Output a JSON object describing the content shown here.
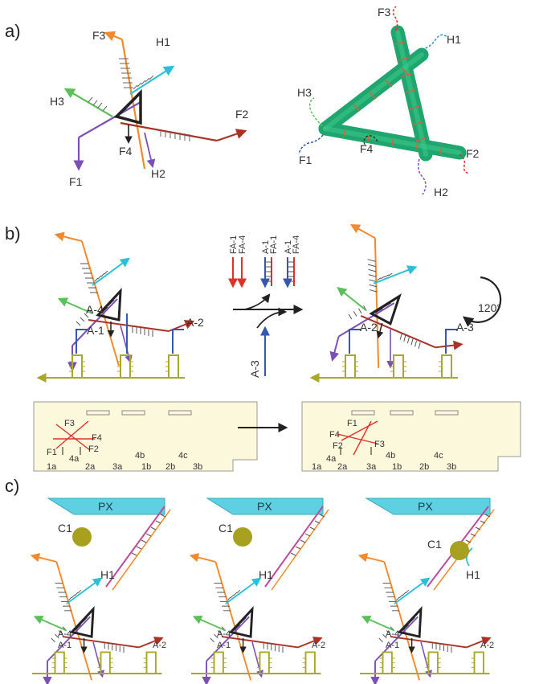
{
  "panels": {
    "a": "a)",
    "b": "b)",
    "c": "c)"
  },
  "panel_a": {
    "left_labels": {
      "F1": "F1",
      "F2": "F2",
      "F3": "F3",
      "F4": "F4",
      "H1": "H1",
      "H2": "H2",
      "H3": "H3"
    },
    "right_labels": {
      "F1": "F1",
      "F2": "F2",
      "F3": "F3",
      "F4": "F4",
      "H1": "H1",
      "H2": "H2",
      "H3": "H3"
    }
  },
  "panel_b": {
    "left_labels": {
      "A4": "A-4",
      "A1": "A-1",
      "A2": "A-2"
    },
    "right_labels": {
      "A2": "A-2",
      "A3": "A-3"
    },
    "strands": [
      "FA-1",
      "FA-4",
      "A-1",
      "FA-1",
      "A-1",
      "FA-4"
    ],
    "incoming": "A-3",
    "rotation": "120°",
    "board_left": {
      "F1": "F1",
      "F2": "F2",
      "F3": "F3",
      "F4": "F4",
      "n4a": "4a",
      "sites": [
        "1a",
        "2a",
        "3a",
        "1b",
        "2b",
        "3b"
      ],
      "n4b": "4b",
      "n4c": "4c"
    },
    "board_right": {
      "F1": "F1",
      "F2": "F2",
      "F3": "F3",
      "F4": "F4",
      "n4a": "4a",
      "sites": [
        "1a",
        "2a",
        "3a",
        "1b",
        "2b",
        "3b"
      ],
      "n4b": "4b",
      "n4c": "4c"
    }
  },
  "panel_c": {
    "px": "PX",
    "c1": "C1",
    "h1": "H1",
    "a4": "A-4",
    "a1": "A-1",
    "a2": "A-2"
  },
  "colors": {
    "orange": "#f08a2c",
    "cyan": "#2cc0d8",
    "green": "#5cc05a",
    "purple": "#7b4fb8",
    "darkred": "#a83226",
    "olive": "#a8a82a",
    "blue": "#3557b0",
    "red": "#e0302a",
    "teal": "#2ab07a",
    "px": "#5fcfe2",
    "c1": "#a8a01f",
    "board": "#fbf8dc"
  }
}
